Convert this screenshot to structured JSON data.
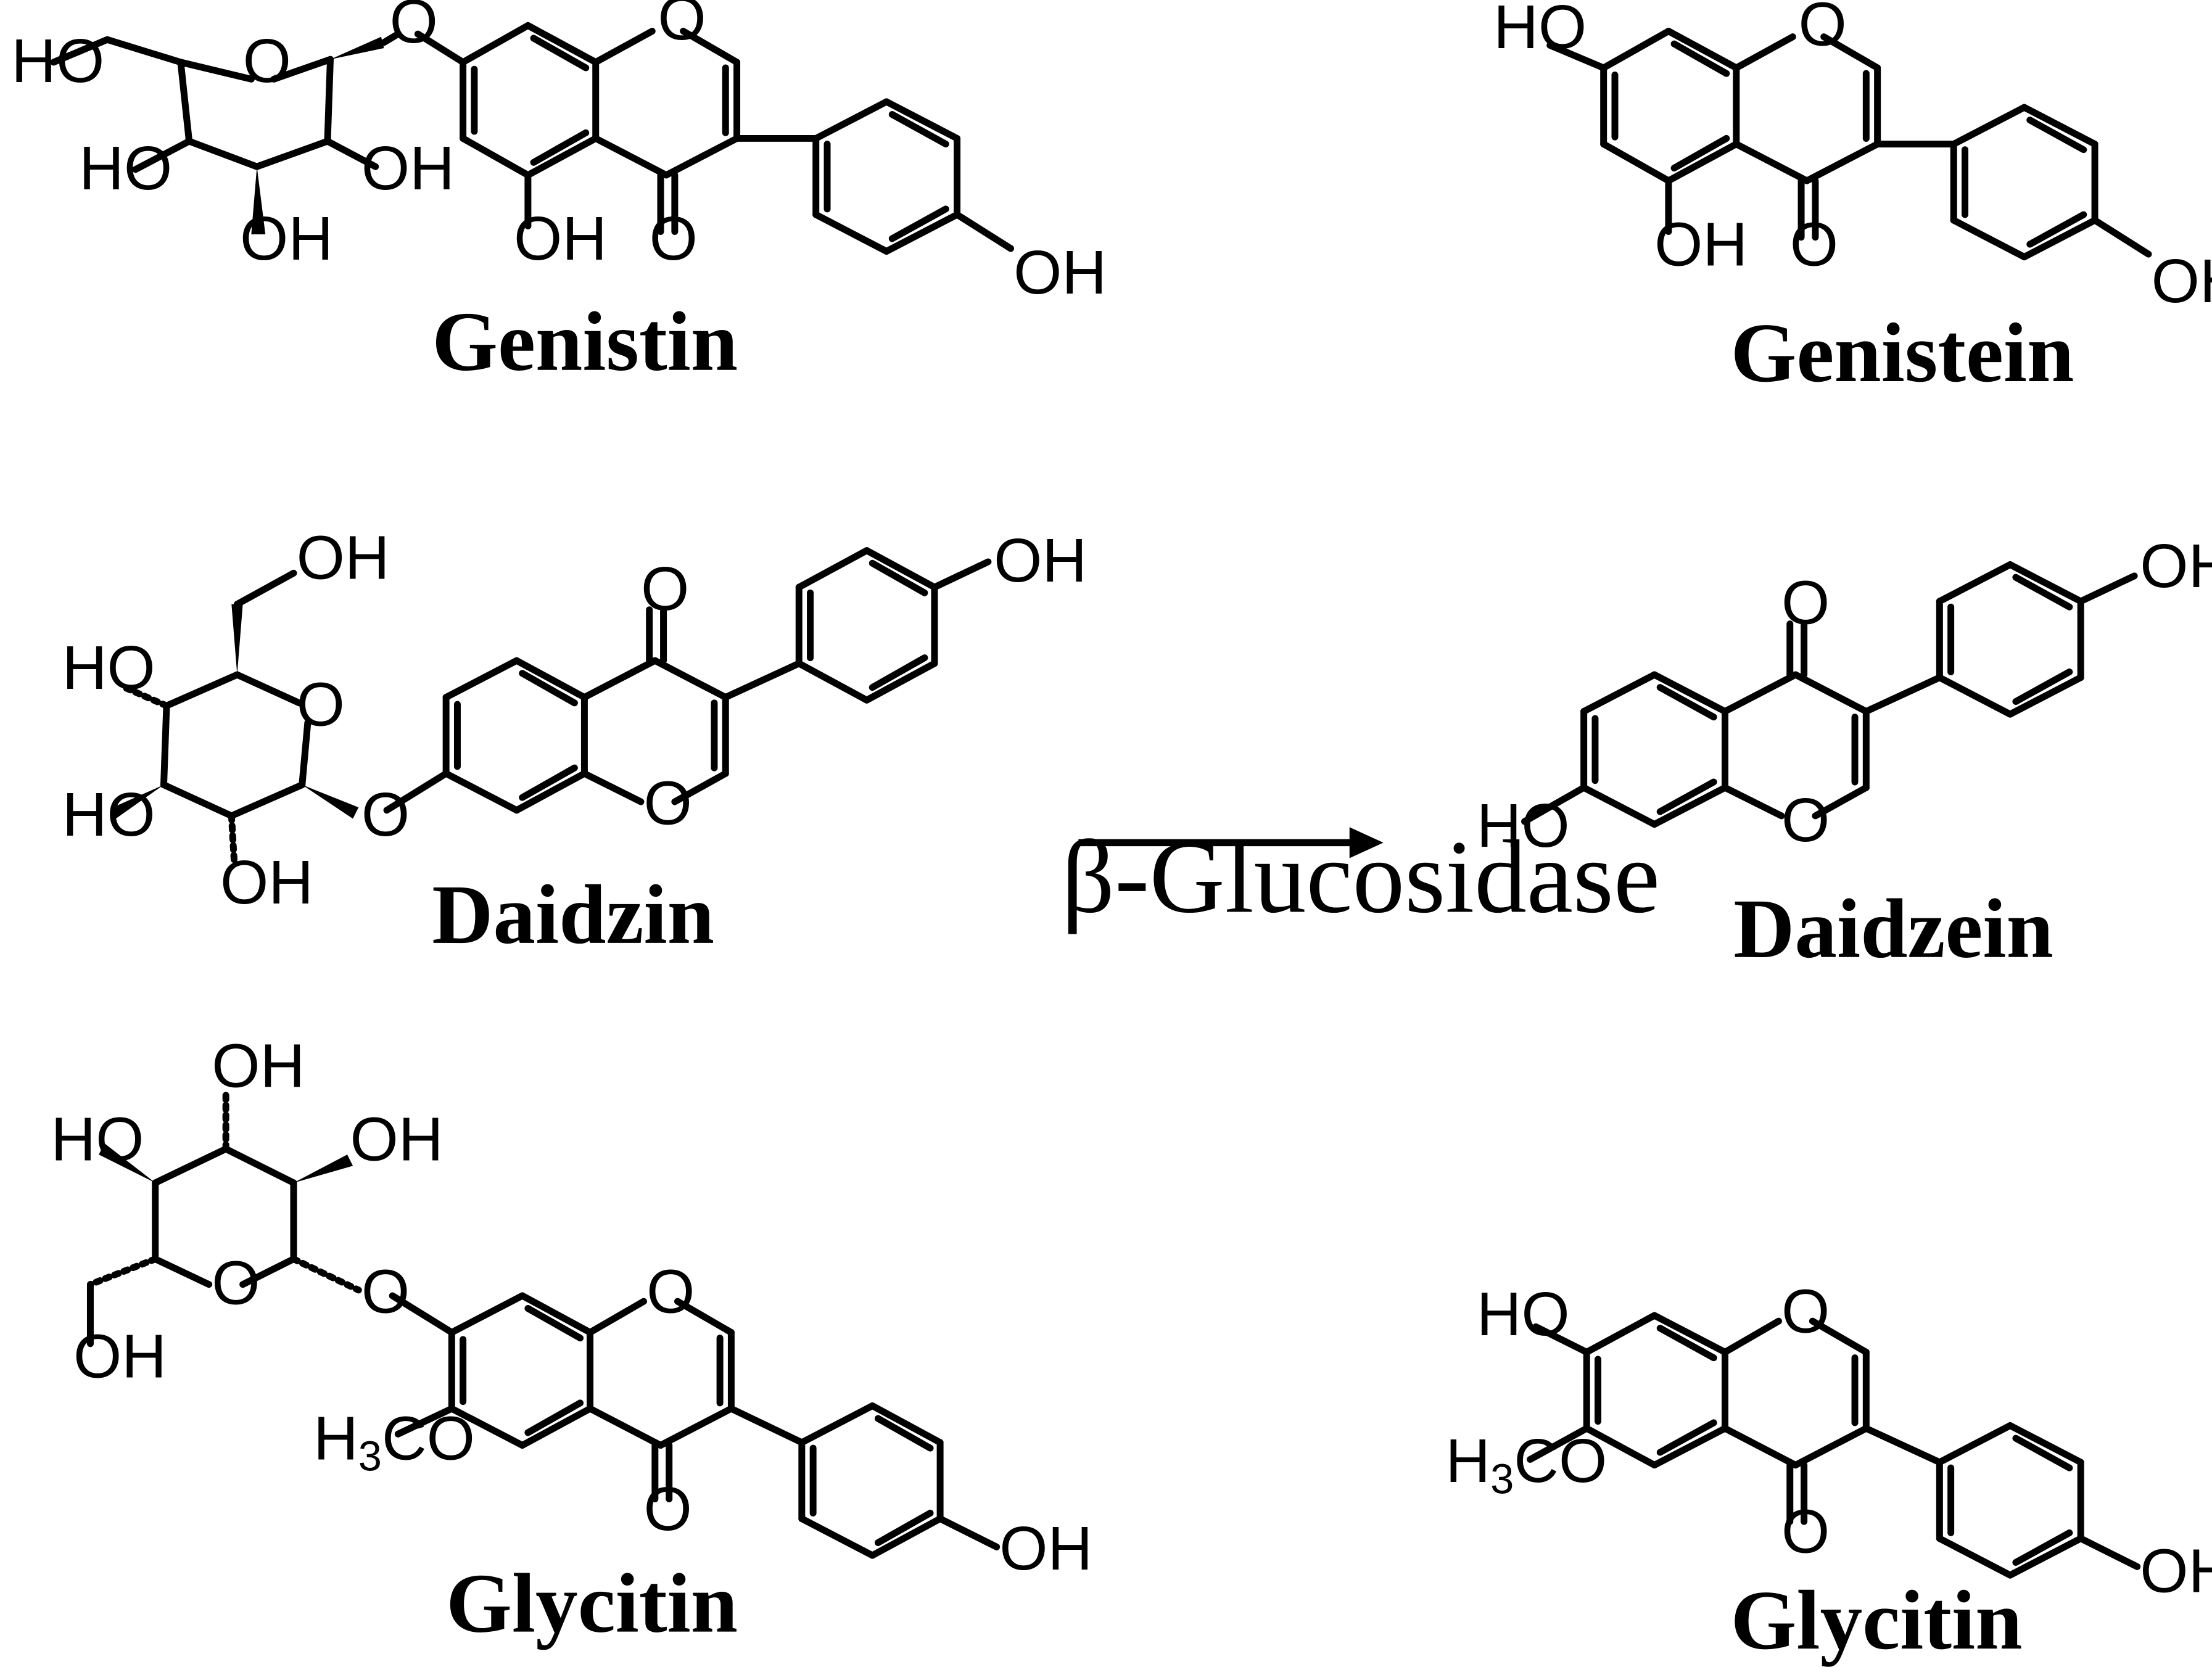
{
  "compounds": {
    "genistin": {
      "name": "Genistin"
    },
    "genistein": {
      "name": "Genistein"
    },
    "daidzin": {
      "name": "Daidzin"
    },
    "daidzein": {
      "name": "Daidzein"
    },
    "glycitin": {
      "name": "Glycitin"
    },
    "glycitin_product": {
      "name": "Glycitin"
    }
  },
  "reaction": {
    "enzyme": "β-Glucosidase"
  },
  "labels": {
    "HO": "HO",
    "OH": "OH",
    "O": "O",
    "H": "H",
    "three": "3",
    "CO": "CO"
  }
}
